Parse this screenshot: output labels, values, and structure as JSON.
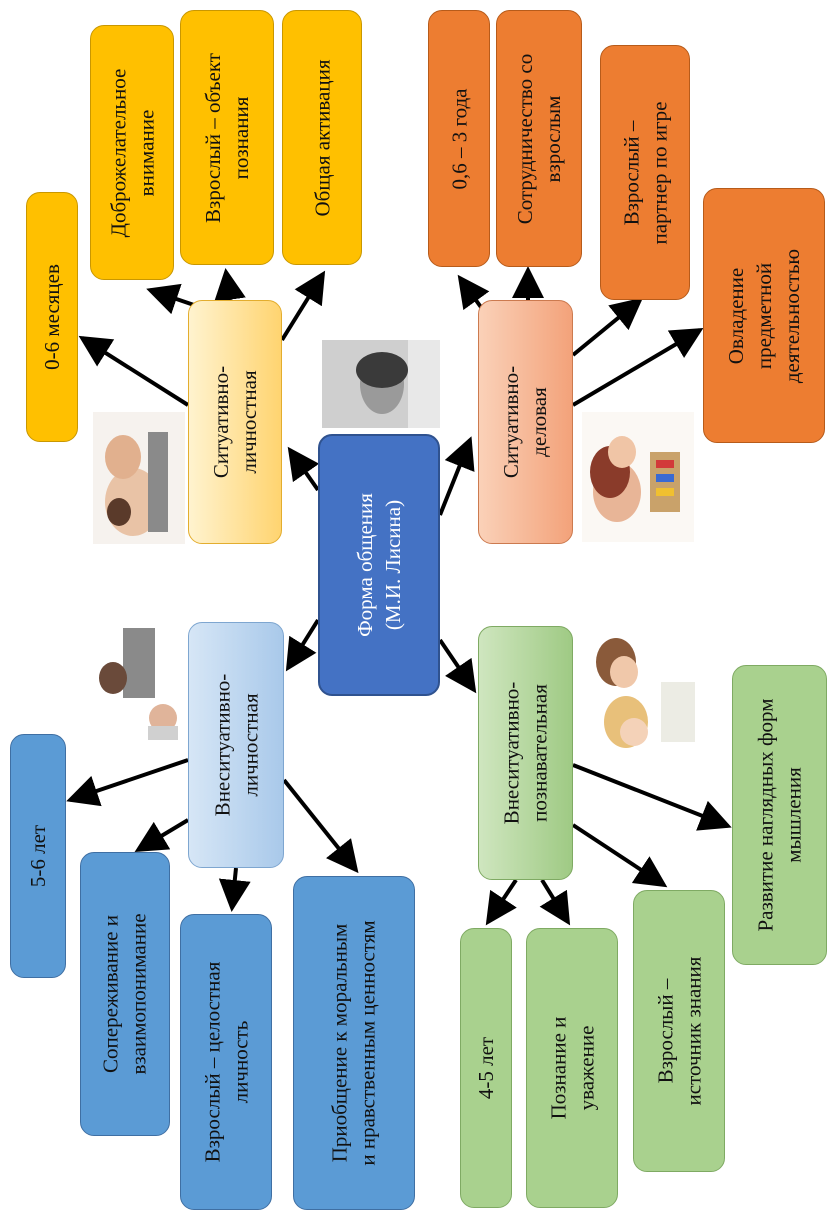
{
  "center": "Форма общения\n(М.И. Лисина)",
  "situative_personal": {
    "title": "Ситуативно-\nличностная",
    "age": "0-6 месяцев",
    "need": "Доброжелательное\nвнимание",
    "adult_role": "Взрослый – объект\nпознания",
    "result": "Общая активация"
  },
  "situative_business": {
    "title": "Ситуативно-\nделовая",
    "age": "0,6 – 3 года",
    "need": "Сотрудничество со\nвзрослым",
    "adult_role": "Взрослый –\nпартнер по игре",
    "result": "Овладение\nпредметной\nдеятельностью"
  },
  "extra_personal": {
    "title": "Внеситуативно-\nличностная",
    "age": "5-6 лет",
    "need": "Сопереживание и\nвзаимопонимание",
    "adult_role": "Взрослый – целостная\nличность",
    "result": "Приобщение к моральным\nи нравственным ценностям"
  },
  "extra_cognitive": {
    "title": "Внеситуативно-\nпознавательная",
    "age": "4-5 лет",
    "need": "Познание и\nуважение",
    "adult_role": "Взрослый –\nисточник знания",
    "result": "Развитие наглядных форм\nмышления"
  },
  "colors": {
    "yellow": "#ffc000",
    "orange": "#ed7d31",
    "blue": "#5b9bd5",
    "green": "#a9d18e",
    "center": "#4472c4"
  }
}
